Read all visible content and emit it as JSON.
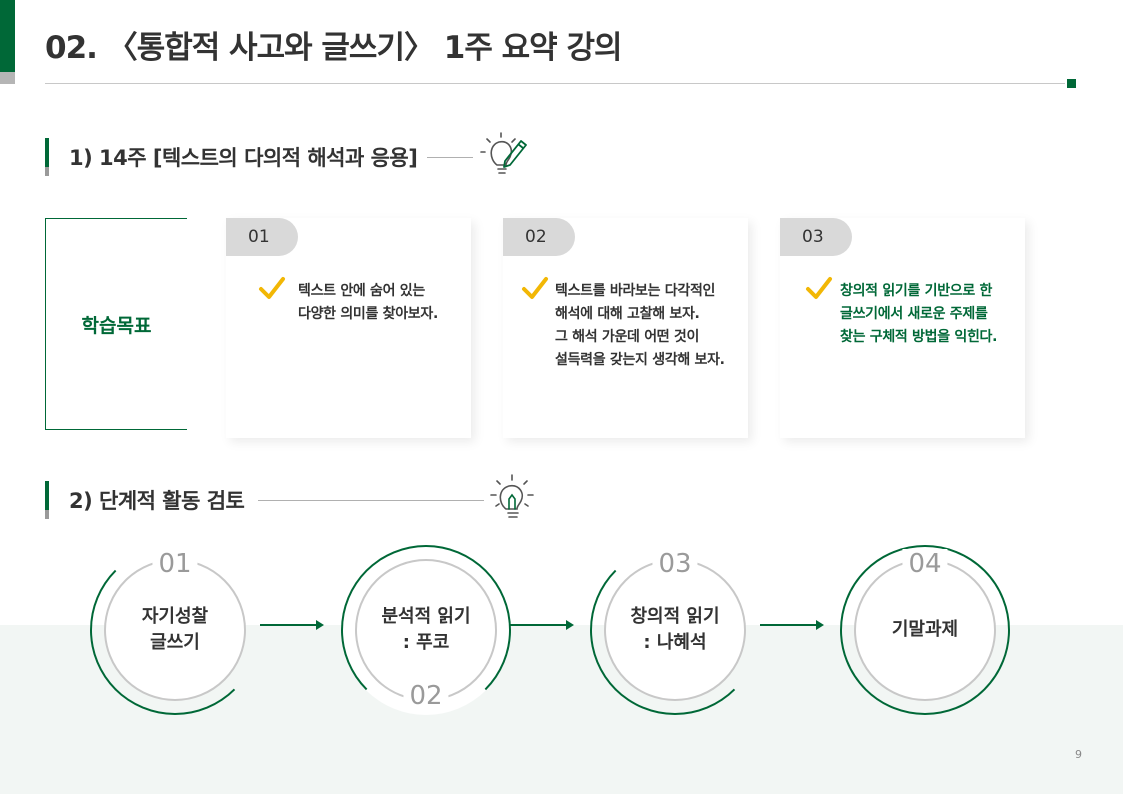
{
  "page_title": "02. 〈통합적 사고와 글쓰기〉 1주 요약 강의",
  "section1": {
    "label": "1) 14주 [텍스트의 다의적 해석과 응용]",
    "icon": "lightbulb-pencil-icon"
  },
  "goals": {
    "title": "학습목표",
    "cards": [
      {
        "num": "01",
        "text": "텍스트 안에 숨어 있는\n다양한 의미를 찾아보자."
      },
      {
        "num": "02",
        "text": "텍스트를 바라보는 다각적인\n해석에 대해 고찰해 보자.\n그 해석 가운데 어떤 것이\n설득력을 갖는지 생각해 보자."
      },
      {
        "num": "03",
        "text": "창의적 읽기를 기반으로 한\n글쓰기에서 새로운 주제를\n찾는 구체적 방법을 익힌다."
      }
    ]
  },
  "section2": {
    "label": "2) 단계적 활동 검토",
    "icon": "lightbulb-icon"
  },
  "steps": [
    {
      "num": "01",
      "label": "자기성찰\n글쓰기"
    },
    {
      "num": "02",
      "label": "분석적 읽기\n: 푸코"
    },
    {
      "num": "03",
      "label": "창의적 읽기\n: 나혜석"
    },
    {
      "num": "04",
      "label": "기말과제"
    }
  ],
  "page_number": "9",
  "colors": {
    "accent": "#006837",
    "check": "#f2b705",
    "gray": "#d9d9d9",
    "band": "#f2f6f4"
  }
}
